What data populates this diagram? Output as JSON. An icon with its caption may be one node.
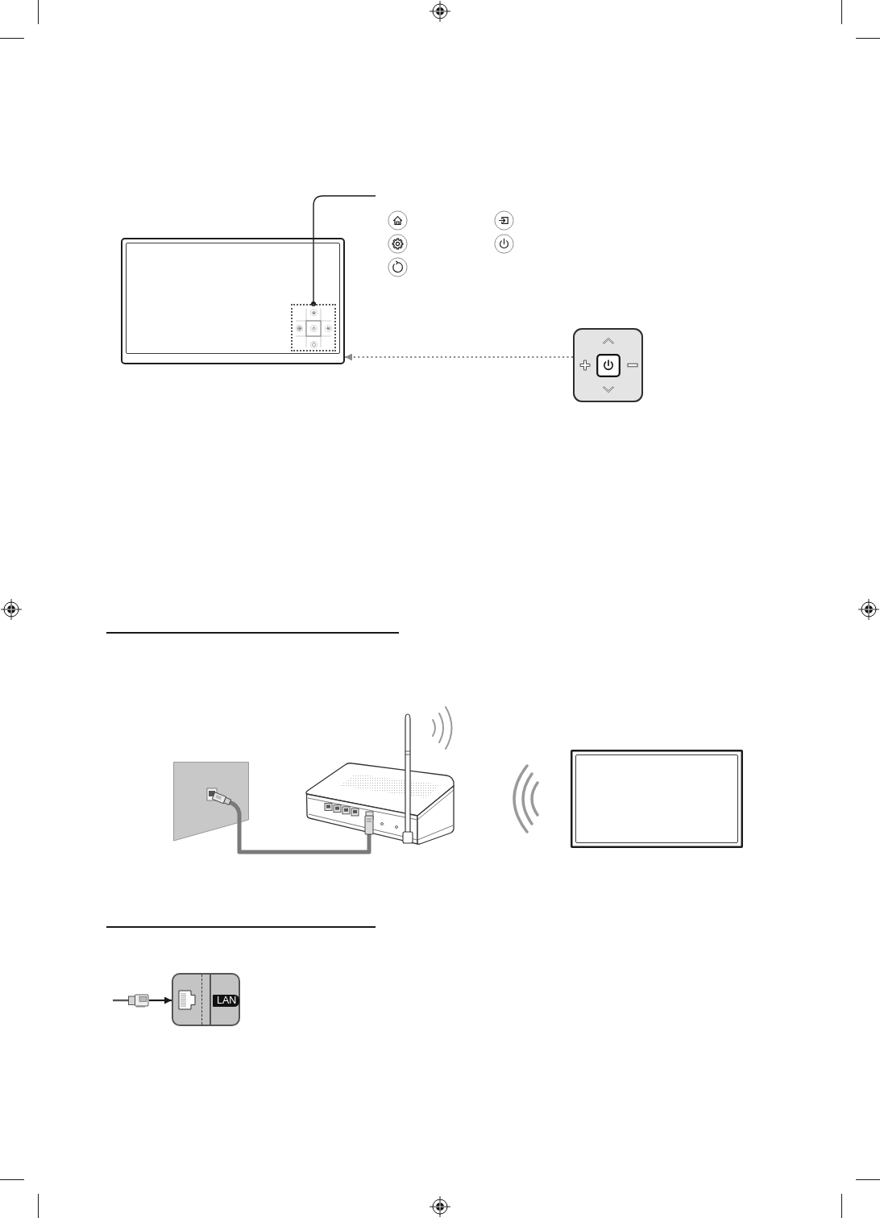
{
  "diagram": {
    "nodes": [
      {
        "text": [],
        "shape": "picture"
      },
      {
        "text": [],
        "shape": "box"
      },
      {
        "text": [],
        "shape": "box",
        "in": 1
      },
      {
        "text": [],
        "shape": "picture"
      },
      {
        "text": [],
        "shape": "picture"
      },
      {
        "text": [],
        "shape": "picture"
      },
      {
        "text": [],
        "shape": "box"
      },
      {
        "text": [],
        "shape": "picture"
      },
      {
        "text": [
          "LAN"
        ]
      }
    ],
    "edges": [
      {
        "from": 0,
        "to": 2,
        "arrow": "other"
      },
      {
        "from": 3,
        "to": 1,
        "arrow": "to",
        "style": "dashed",
        "color": "#8a8a8a"
      },
      {
        "from": 4,
        "to": 5,
        "arrow": "none",
        "style": "thick",
        "color": "#7a7a7a"
      },
      {
        "from": 7,
        "to": 8,
        "arrow": "to"
      }
    ]
  }
}
